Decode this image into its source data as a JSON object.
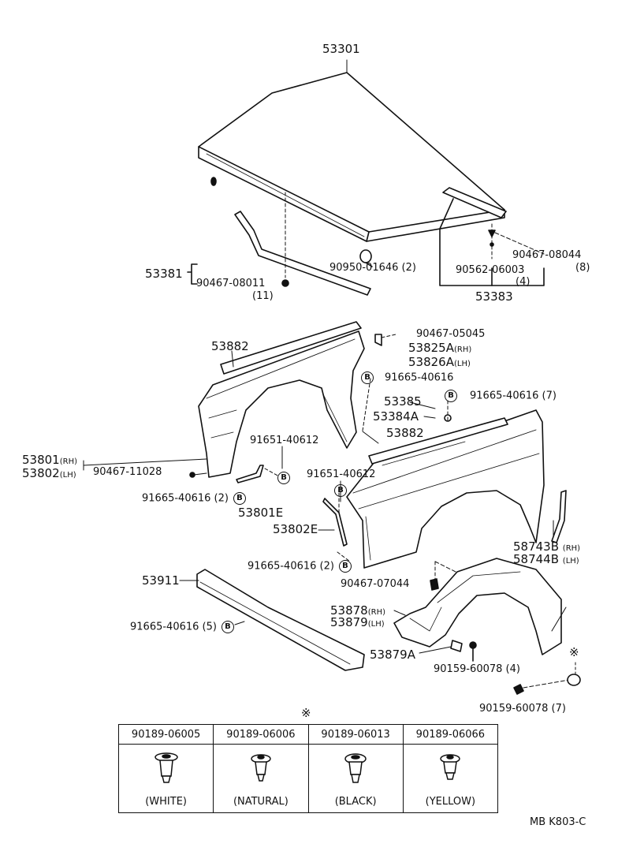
{
  "labels": {
    "hood": "53301",
    "hood_seal": "90950-01646 (2)",
    "hood_lock_rod": "53381",
    "rod_clip": "90467-08011",
    "rod_clip_qty": "(11)",
    "clip_08044": "90467-08044",
    "clip_08044_qty": "(8)",
    "clip_06003": "90562-06003",
    "clip_06003_qty": "(4)",
    "weatherstrip": "53383",
    "fender_seal_left": "53882",
    "clip_05045": "90467-05045",
    "bracket_rh": "53825A",
    "bracket_rh_side": "(RH)",
    "bracket_lh": "53826A",
    "bracket_lh_side": "(LH)",
    "bolt_40616_a": "91665-40616",
    "clip_53385": "53385",
    "bolt_40616_b": "91665-40616 (7)",
    "nut_53384a": "53384A",
    "fender_seal_right": "53882",
    "fender_rh": "53801",
    "fender_rh_side": "(RH)",
    "fender_lh": "53802",
    "fender_lh_side": "(LH)",
    "clip_11028": "90467-11028",
    "bolt_40612_a": "91651-40612",
    "bolt_40616_c": "91665-40616 (2)",
    "seal_53801e": "53801E",
    "bolt_40612_b": "91651-40612",
    "seal_53802e": "53802E",
    "mudguard_rh": "58743B",
    "mudguard_rh_side": "(RH)",
    "mudguard_lh": "58744B",
    "mudguard_lh_side": "(LH)",
    "bolt_40616_d": "91665-40616 (2)",
    "spoiler": "53911",
    "clip_07044": "90467-07044",
    "liner_rh": "53878",
    "liner_rh_side": "(RH)",
    "liner_lh": "53879",
    "liner_lh_side": "(LH)",
    "bolt_40616_e": "91665-40616 (5)",
    "clip_53879a": "53879A",
    "screw_60078_a": "90159-60078 (4)",
    "screw_60078_b": "90159-60078 (7)",
    "circle_b": "B",
    "ref_mark": "※",
    "table_mark": "※",
    "footer_code": "MB  K803-C"
  },
  "clip_table": {
    "part_numbers": [
      "90189-06005",
      "90189-06006",
      "90189-06013",
      "90189-06066"
    ],
    "colors": [
      "(WHITE)",
      "(NATURAL)",
      "(BLACK)",
      "(YELLOW)"
    ]
  }
}
